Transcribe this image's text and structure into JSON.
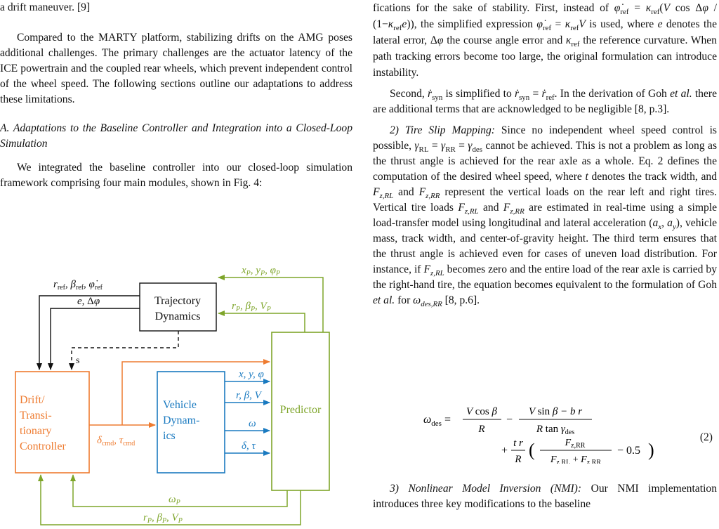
{
  "left": {
    "top_fragment": "a drift maneuver. [9]",
    "para1": "Compared to the MARTY platform, stabilizing drifts on the AMG poses additional challenges. The primary challenges are the actuator latency of the ICE powertrain and the coupled rear wheels, which prevent independent control of the wheel speed. The following sections outline our adaptations to address these limitations.",
    "section_heading": "A. Adaptations to the Baseline Controller and Integration into a Closed-Loop Simulation",
    "para2": "We integrated the baseline controller into our closed-loop simulation framework comprising four main modules, shown in Fig. 4:"
  },
  "figure": {
    "blocks": {
      "trajectory": [
        "Trajectory",
        "Dynamics"
      ],
      "controller": [
        "Drift/",
        "Transi-",
        "tionary",
        "Controller"
      ],
      "vehicle": [
        "Vehicle",
        "Dynam-",
        "ics"
      ],
      "predictor": "Predictor"
    },
    "signals": {
      "ref_top": "r_ref, β_ref, φ̇_ref",
      "err": "e, Δφ",
      "s": "s",
      "pose_fb": "x_P, y_P, φ_P",
      "state_fb_top": "r_P, β_P, V_P",
      "xyphi": "x, y, φ",
      "rbetav": "r, β, V",
      "omega": "ω",
      "deltatau": "δ, τ",
      "cmd": "δ_cmd, τ_cmd",
      "omega_p": "ω_P",
      "state_fb_bottom": "r_P, β_P, V_P"
    },
    "colors": {
      "black": "#111111",
      "green": "#7ea52a",
      "orange": "#ee7b30",
      "blue": "#1a7ac0"
    }
  },
  "right": {
    "top_fragment_pre": "fications for the sake of stability. First, instead of",
    "para1_mid": "the simplified expression",
    "para1_rest": "is used, where e denotes the lateral error, Δφ the course angle error and κ_ref the reference curvature. When path tracking errors become too large, the original formulation can introduce instability.",
    "para2": "Second, ṙ_syn is simplified to ṙ_syn = ṙ_ref. In the derivation of Goh et al. there are additional terms that are acknowledged to be negligible [8, p.3].",
    "sub2_title": "2) Tire Slip Mapping:",
    "sub2_body": "Since no independent wheel speed control is possible, γ_RL = γ_RR = γ_des cannot be achieved. This is not a problem as long as the thrust angle is achieved for the rear axle as a whole. Eq. 2 defines the computation of the desired wheel speed, where t denotes the track width, and F_z,RL and F_z,RR represent the vertical loads on the rear left and right tires. Vertical tire loads F_z,RL and F_z,RR are estimated in real-time using a simple load-transfer model using longitudinal and lateral acceleration (a_x, a_y), vehicle mass, track width, and center-of-gravity height. The third term ensures that the thrust angle is achieved even for cases of uneven load distribution. For instance, if F_z,RL becomes zero and the entire load of the rear axle is carried by the right-hand tire, the equation becomes equivalent to the formulation of Goh et al. for ω_des,RR [8, p.6].",
    "eq_number": "(2)",
    "sub3_title": "3) Nonlinear Model Inversion (NMI):",
    "sub3_body": "Our NMI implementation introduces three key modifications to the baseline"
  }
}
